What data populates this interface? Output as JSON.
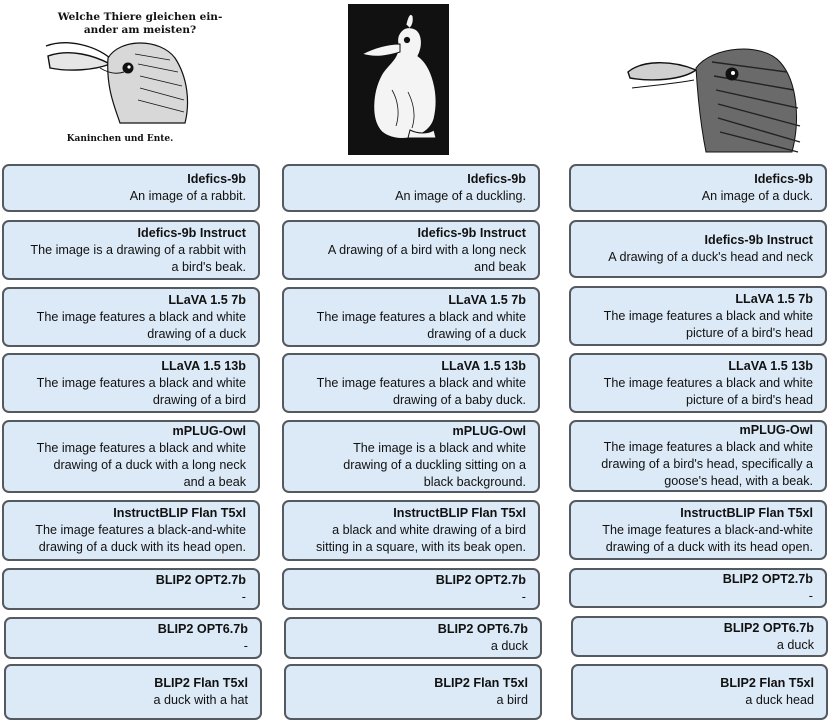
{
  "figure_left": {
    "caption_top_1": "Welche Thiere gleichen ein-",
    "caption_top_2": "ander am meisten?",
    "caption_bottom": "Kaninchen und Ente."
  },
  "columns": [
    {
      "cards": [
        {
          "model": "Idefics-9b",
          "text": "An image of a rabbit."
        },
        {
          "model": "Idefics-9b Instruct",
          "text": "The image is a drawing of a rabbit with\na bird's beak."
        },
        {
          "model": "LLaVA 1.5 7b",
          "text": "The image features a black and white\ndrawing of a duck"
        },
        {
          "model": "LLaVA 1.5 13b",
          "text": "The image features a black and white\ndrawing of a bird"
        },
        {
          "model": "mPLUG-Owl",
          "text": "The image features a black and white\ndrawing of a duck with a long neck\nand a beak"
        },
        {
          "model": "InstructBLIP Flan T5xl",
          "text": "The image features a black-and-white\ndrawing of a duck with its head open."
        },
        {
          "model": "BLIP2 OPT2.7b",
          "text": "-"
        },
        {
          "model": "BLIP2 OPT6.7b",
          "text": "-"
        },
        {
          "model": "BLIP2 Flan T5xl",
          "text": "a duck with a hat"
        }
      ]
    },
    {
      "cards": [
        {
          "model": "Idefics-9b",
          "text": "An image of a duckling."
        },
        {
          "model": "Idefics-9b Instruct",
          "text": "A drawing of a bird with a long neck\nand beak"
        },
        {
          "model": "LLaVA 1.5 7b",
          "text": "The image features a black and white\ndrawing of a duck"
        },
        {
          "model": "LLaVA 1.5 13b",
          "text": "The image features a black and white\ndrawing of a baby duck."
        },
        {
          "model": "mPLUG-Owl",
          "text": "The image is a black and white\ndrawing of a duckling sitting on a\nblack background."
        },
        {
          "model": "InstructBLIP Flan T5xl",
          "text": "a black and white drawing of a bird\nsitting in a square, with its beak open."
        },
        {
          "model": "BLIP2 OPT2.7b",
          "text": "-"
        },
        {
          "model": "BLIP2 OPT6.7b",
          "text": "a duck"
        },
        {
          "model": "BLIP2 Flan T5xl",
          "text": "a bird"
        }
      ]
    },
    {
      "cards": [
        {
          "model": "Idefics-9b",
          "text": "An image of a duck."
        },
        {
          "model": "Idefics-9b Instruct",
          "text": "A drawing of a duck's head and neck"
        },
        {
          "model": "LLaVA 1.5 7b",
          "text": "The image features a black and white\npicture of a bird's head"
        },
        {
          "model": "LLaVA 1.5 13b",
          "text": "The image features a black and white\npicture of a bird's head"
        },
        {
          "model": "mPLUG-Owl",
          "text": "The image features a black and white\ndrawing of a bird's head, specifically a\ngoose's head, with a beak."
        },
        {
          "model": "InstructBLIP Flan T5xl",
          "text": "The image features a black-and-white\ndrawing of a duck with its head open."
        },
        {
          "model": "BLIP2 OPT2.7b",
          "text": "-"
        },
        {
          "model": "BLIP2 OPT6.7b",
          "text": "a duck"
        },
        {
          "model": "BLIP2 Flan T5xl",
          "text": "a duck head"
        }
      ]
    }
  ]
}
